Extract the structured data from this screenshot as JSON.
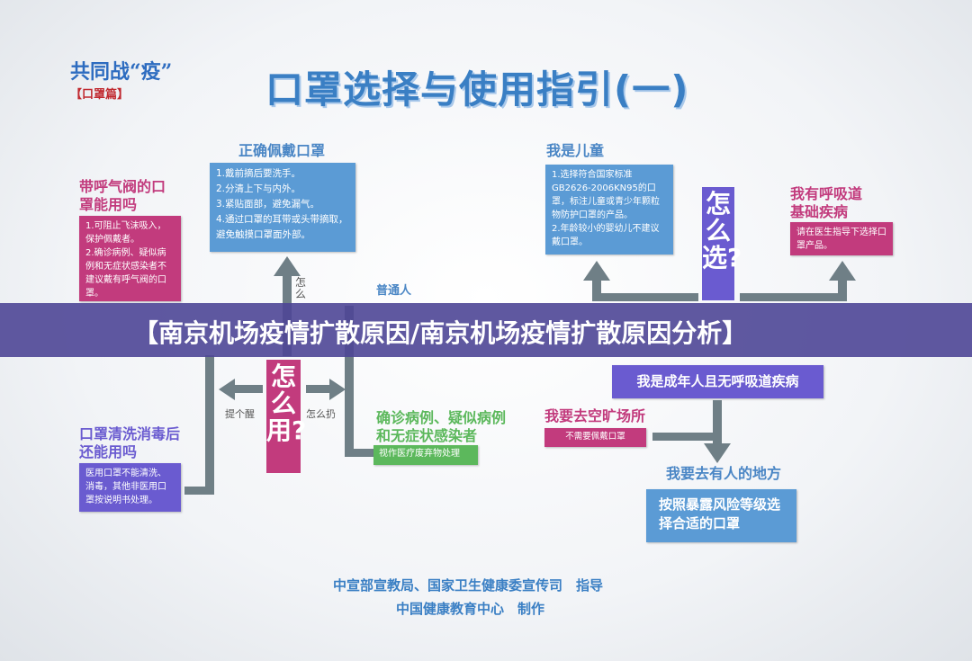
{
  "logo": {
    "line1": "共同战“疫”",
    "line2": "【口罩篇】"
  },
  "title": "口罩选择与使用指引(一)",
  "left": {
    "correct": {
      "heading": "正确佩戴口罩",
      "items": [
        "1.戴前摘后要洗手。",
        "2.分清上下与内外。",
        "3.紧贴面部，避免漏气。",
        "4.通过口罩的耳带或头带摘取，避免触摸口罩面外部。"
      ]
    },
    "valve": {
      "heading": "带呼气阀的口罩能用吗",
      "items": [
        "1.可阻止飞沫吸入，保护佩戴者。",
        "2.确诊病例、疑似病例和无症状感染者不建议戴有呼气阀的口罩。"
      ]
    },
    "wash": {
      "heading": "口罩清洗消毒后还能用吗",
      "text": "医用口罩不能清洗、消毒，其他非医用口罩按说明书处理。"
    },
    "center": "怎么用?",
    "small_top": "怎么",
    "remind": "提个醒",
    "dispose": "怎么扔",
    "ordinary": "普通人",
    "infected": {
      "heading": "确诊病例、疑似病例和无症状感染者",
      "text": "视作医疗废弃物处理"
    }
  },
  "right": {
    "child": {
      "heading": "我是儿童",
      "items": [
        "1.选择符合国家标准GB2626-2006KN95的口罩，标注儿童或青少年颗粒物防护口罩的产品。",
        "2.年龄较小的婴幼儿不建议戴口罩。"
      ]
    },
    "center": "怎么选?",
    "disease": {
      "heading": "我有呼吸道基础疾病",
      "text": "请在医生指导下选择口罩产品。"
    },
    "adult": "我是成年人且无呼吸道疾病",
    "open": {
      "heading": "我要去空旷场所",
      "text": "不需要佩戴口罩"
    },
    "crowd": {
      "heading": "我要去有人的地方",
      "text": "按照暴露风险等级选择合适的口罩"
    }
  },
  "footer": {
    "line1": "中宣部宣教局、国家卫生健康委宣传司　指导",
    "line2": "中国健康教育中心　制作"
  },
  "banner": "【南京机场疫情扩散原因/南京机场疫情扩散原因分析】"
}
